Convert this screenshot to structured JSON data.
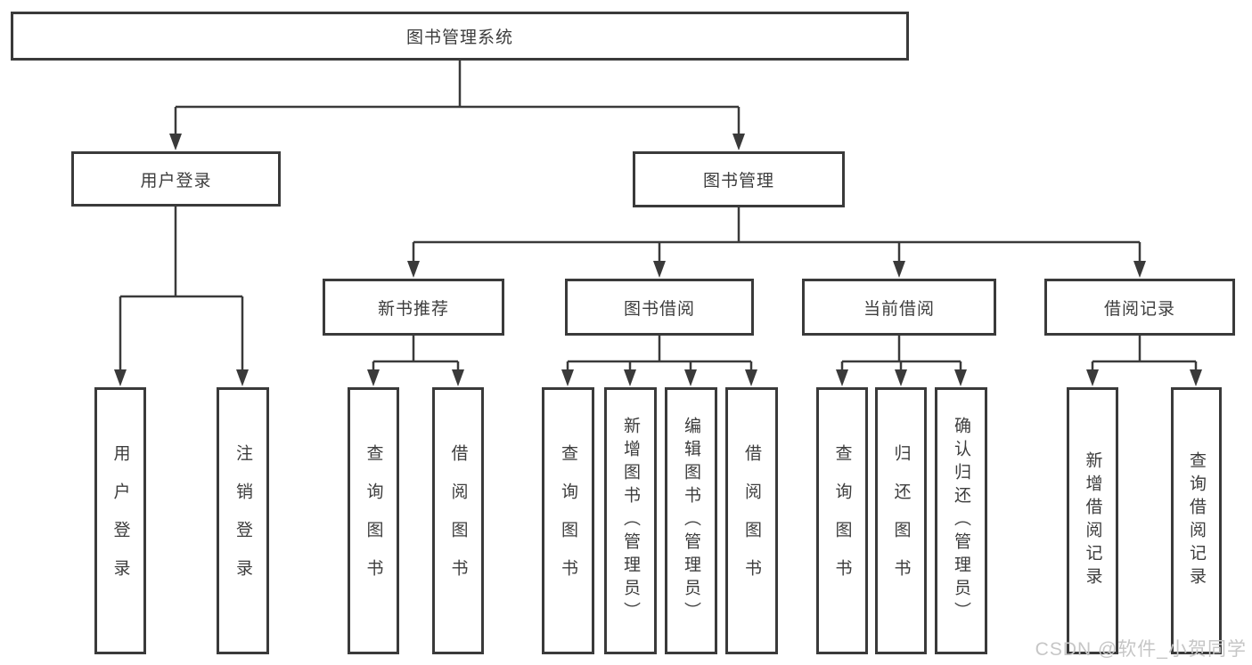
{
  "tree": {
    "root": "图书管理系统",
    "children": [
      {
        "label": "用户登录",
        "children": [
          {
            "label": "用户登录"
          },
          {
            "label": "注销登录"
          }
        ]
      },
      {
        "label": "图书管理",
        "children": [
          {
            "label": "新书推荐",
            "children": [
              {
                "label": "查询图书"
              },
              {
                "label": "借阅图书"
              }
            ]
          },
          {
            "label": "图书借阅",
            "children": [
              {
                "label": "查询图书"
              },
              {
                "label": "新增图书（管理员）"
              },
              {
                "label": "编辑图书（管理员）"
              },
              {
                "label": "借阅图书"
              }
            ]
          },
          {
            "label": "当前借阅",
            "children": [
              {
                "label": "查询图书"
              },
              {
                "label": "归还图书"
              },
              {
                "label": "确认归还（管理员）"
              }
            ]
          },
          {
            "label": "借阅记录",
            "children": [
              {
                "label": "新增借阅记录"
              },
              {
                "label": "查询借阅记录"
              }
            ]
          }
        ]
      }
    ]
  },
  "watermark": {
    "text": "CSDN @软件_小贺同学"
  },
  "colors": {
    "line": "#3a3a3a",
    "border": "#3a3a3a",
    "text": "#3d3d3d",
    "watermark": "#c6c6c6"
  }
}
